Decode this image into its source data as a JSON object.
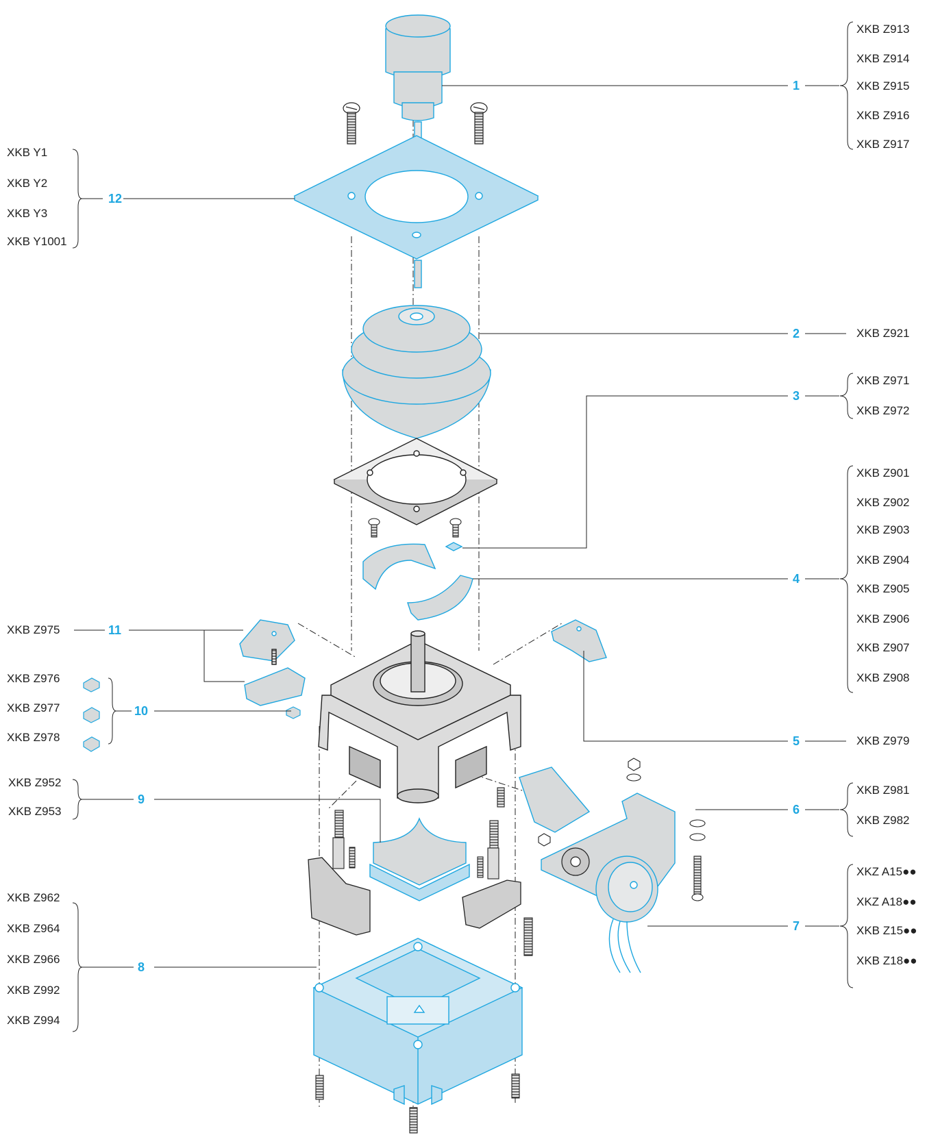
{
  "colors": {
    "accent": "#1ea7e0",
    "part_fill": "#d7dadb",
    "part_blue_fill": "#b9def0",
    "line": "#222222"
  },
  "callouts": [
    {
      "number": "1",
      "refs": [
        "XKB Z913",
        "XKB Z914",
        "XKB Z915",
        "XKB Z916",
        "XKB Z917"
      ]
    },
    {
      "number": "2",
      "refs": [
        "XKB Z921"
      ]
    },
    {
      "number": "3",
      "refs": [
        "XKB Z971",
        "XKB Z972"
      ]
    },
    {
      "number": "4",
      "refs": [
        "XKB Z901",
        "XKB Z902",
        "XKB Z903",
        "XKB Z904",
        "XKB Z905",
        "XKB Z906",
        "XKB Z907",
        "XKB Z908"
      ]
    },
    {
      "number": "5",
      "refs": [
        "XKB Z979"
      ]
    },
    {
      "number": "6",
      "refs": [
        "XKB Z981",
        "XKB Z982"
      ]
    },
    {
      "number": "7",
      "refs": [
        "XKZ A15●●",
        "XKZ A18●●",
        "XKB Z15●●",
        "XKB Z18●●"
      ]
    },
    {
      "number": "8",
      "refs": [
        "XKB Z962",
        "XKB Z964",
        "XKB Z966",
        "XKB Z992",
        "XKB Z994"
      ]
    },
    {
      "number": "9",
      "refs": [
        "XKB Z952",
        "XKB Z953"
      ]
    },
    {
      "number": "10",
      "refs": [
        "XKB Z976",
        "XKB Z977",
        "XKB Z978"
      ]
    },
    {
      "number": "11",
      "refs": [
        "XKB Z975"
      ]
    },
    {
      "number": "12",
      "refs": [
        "XKB Y1",
        "XKB Y2",
        "XKB Y3",
        "XKB Y1001"
      ]
    }
  ]
}
